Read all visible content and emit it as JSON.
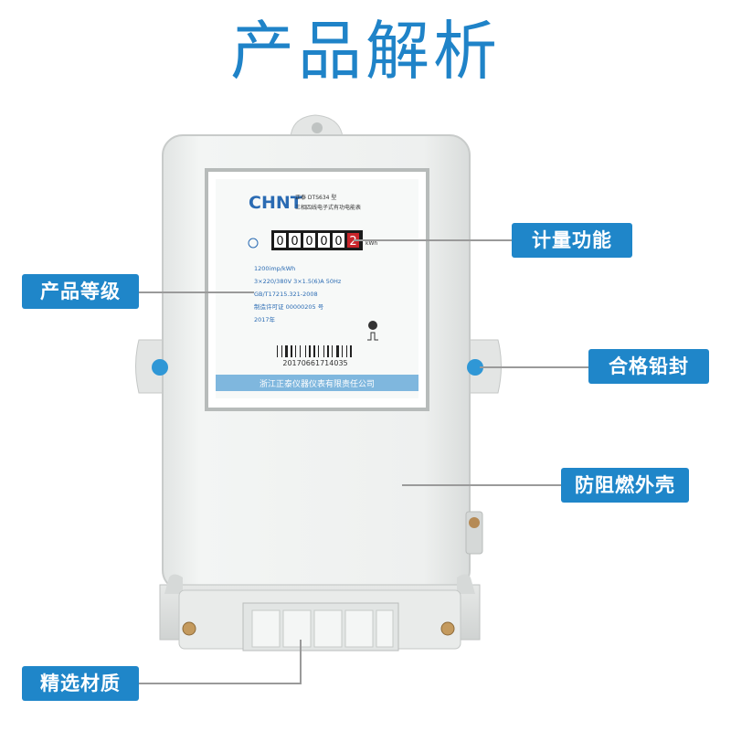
{
  "page": {
    "title": "产品解析"
  },
  "meter": {
    "brand": "CHNT",
    "model": "正泰 DTS634 型",
    "description": "三相四线电子式有功电能表",
    "counter_digits": [
      "0",
      "0",
      "0",
      "0",
      "0",
      "2"
    ],
    "unit": "kWh",
    "spec_lines": [
      "1200imp/kWh",
      "3×220/380V  3×1.5(6)A  50Hz",
      "GB/T17215.321-2008",
      "制造许可证 00000205 号",
      "2017年"
    ],
    "serial": "20170661714035",
    "company": "浙江正泰仪器仪表有限责任公司"
  },
  "callouts": {
    "metering": "计量功能",
    "grade": "产品等级",
    "seal": "合格铅封",
    "casing": "防阻燃外壳",
    "material": "精选材质"
  },
  "colors": {
    "accent": "#1f86c9",
    "title": "#1f83c8",
    "casing": "#eef0ef",
    "seal": "#2f97d6"
  }
}
